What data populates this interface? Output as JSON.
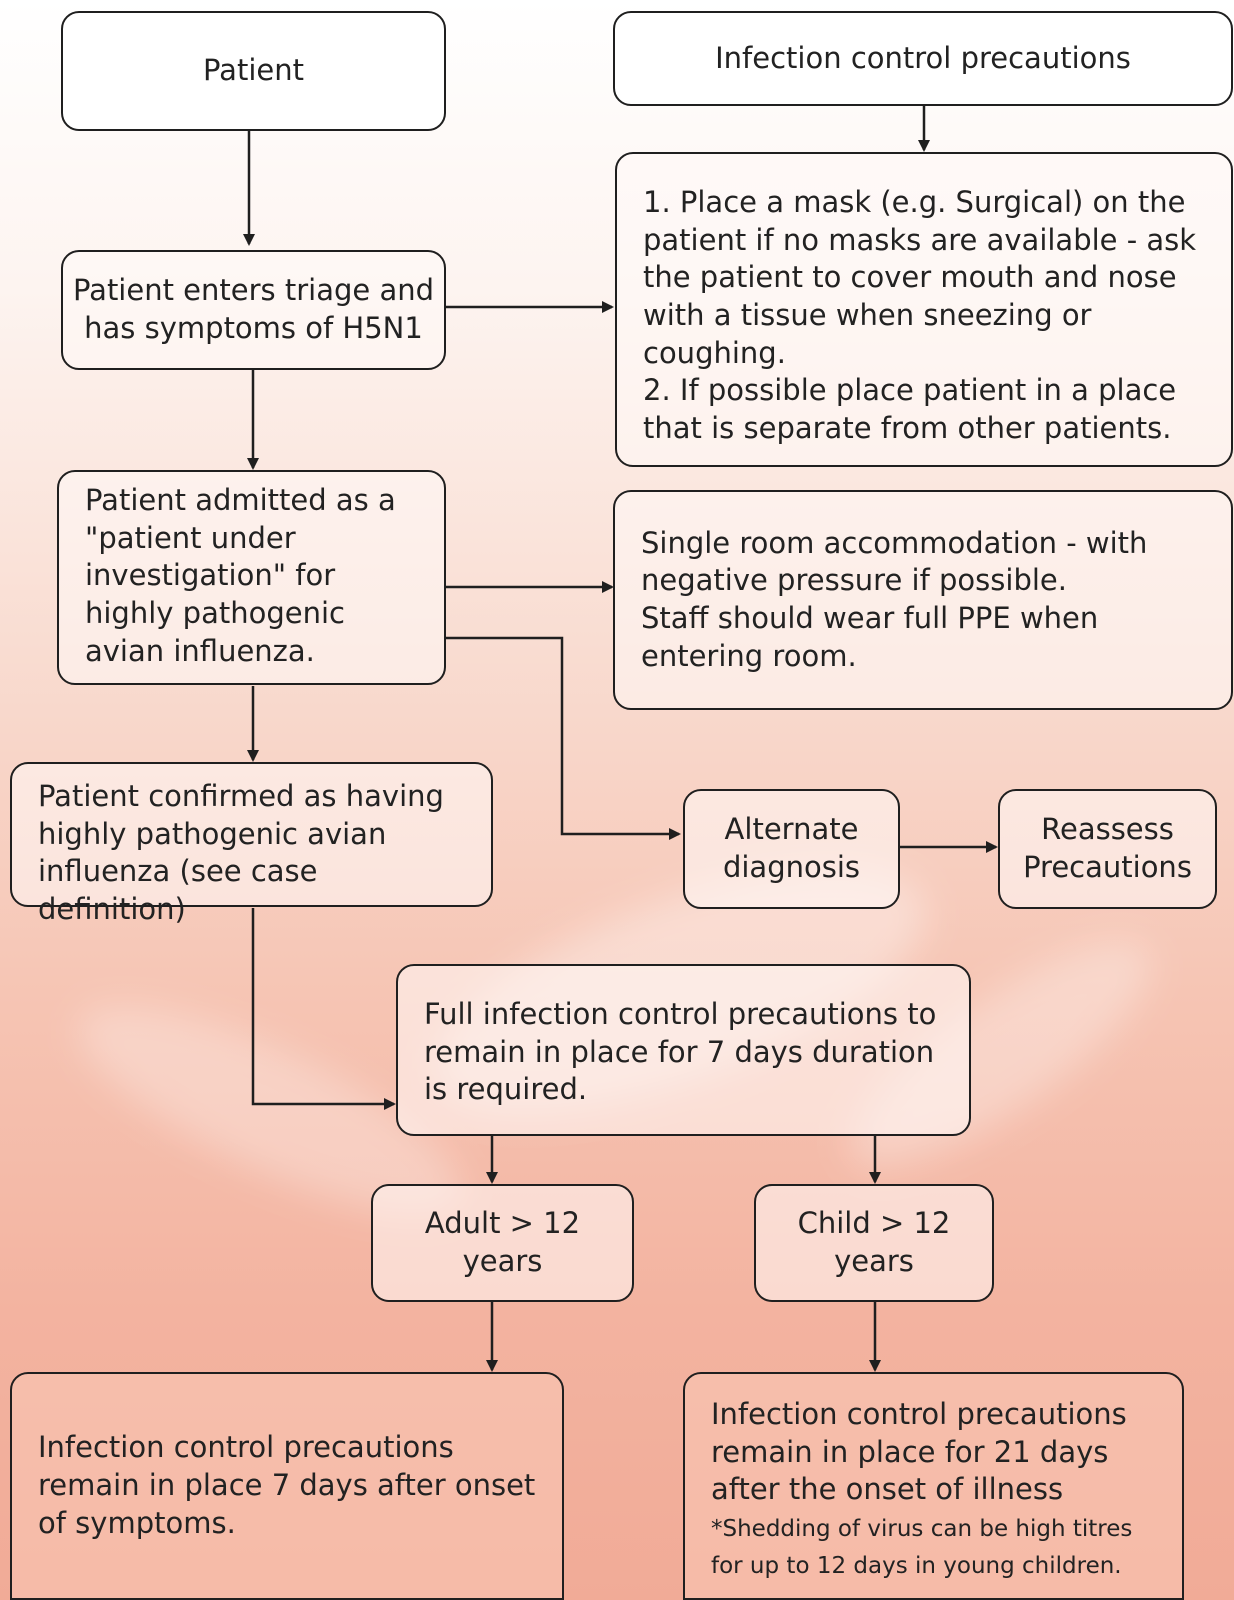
{
  "nodes": {
    "patient": "Patient",
    "infection_control": "Infection control precautions",
    "triage": "Patient enters triage and has symptoms of H5N1",
    "mask_steps": [
      "1. Place a mask (e.g. Surgical) on the patient if no masks are available - ask the patient to cover mouth and nose with a tissue when sneezing or coughing.",
      "2. If possible place patient in a place that is separate from other patients."
    ],
    "admitted": "Patient admitted as a \"patient under investigation\" for highly pathogenic avian influenza.",
    "single_room": [
      "Single room accommodation - with negative pressure if possible.",
      "Staff should wear full PPE when entering room."
    ],
    "confirmed": "Patient confirmed as having highly pathogenic avian influenza (see case definition)",
    "alternate": "Alternate diagnosis",
    "reassess": "Reassess Precautions",
    "full_precautions": "Full infection control precautions to remain in place for 7 days duration is required.",
    "adult": "Adult > 12 years",
    "child": "Child > 12 years",
    "adult_outcome": "Infection control precautions remain in place 7 days after onset of symptoms.",
    "child_outcome": "Infection control precautions remain in place for 21 days after the onset of illness",
    "child_note": "*Shedding of virus can be high titres for up to 12 days in young children."
  }
}
